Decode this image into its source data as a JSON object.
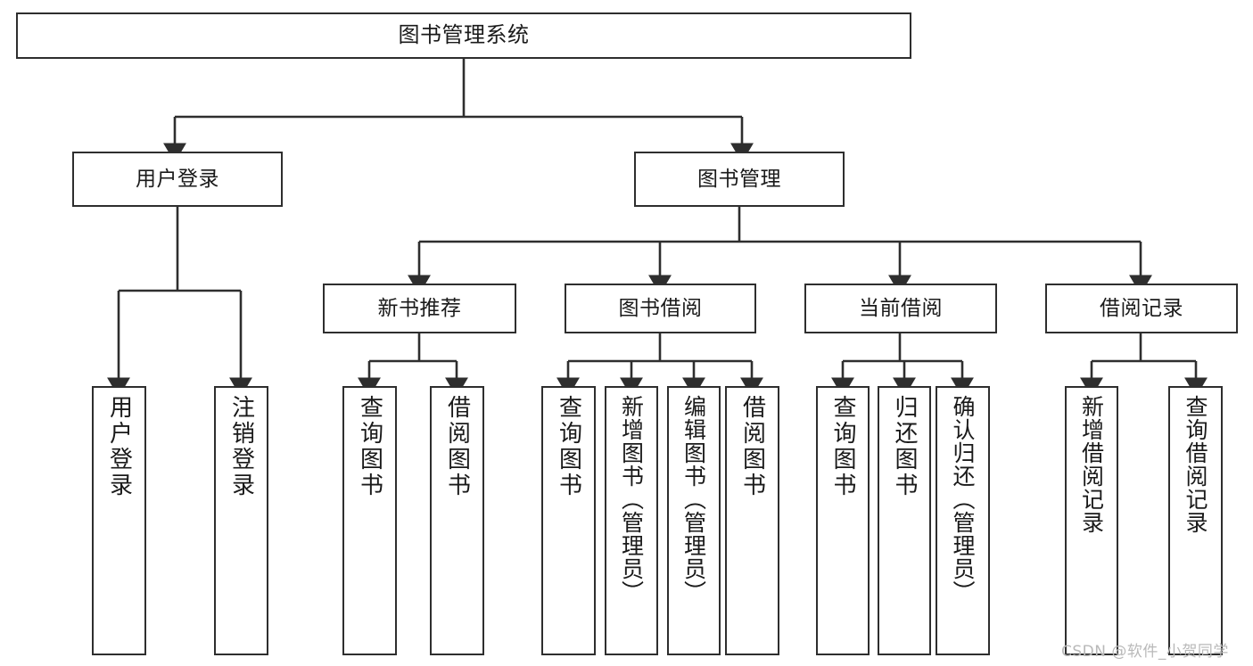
{
  "diagram": {
    "title": "图书管理系统",
    "type": "tree-hierarchy-diagram",
    "colors": {
      "box_border": "#2e2e2e",
      "box_fill": "#ffffff",
      "connector": "#2e2e2e",
      "text": "#1a1a1a",
      "background": "#ffffff",
      "watermark": "#b9b9b9"
    }
  },
  "nodes": {
    "root": {
      "label": "图书管理系统",
      "level": 1
    },
    "level2": [
      {
        "id": "user-login",
        "label": "用户登录"
      },
      {
        "id": "book-manage",
        "label": "图书管理"
      }
    ],
    "level3": [
      {
        "id": "new-book-recommend",
        "label": "新书推荐",
        "parent": "book-manage"
      },
      {
        "id": "book-borrow",
        "label": "图书借阅",
        "parent": "book-manage"
      },
      {
        "id": "current-borrow",
        "label": "当前借阅",
        "parent": "book-manage"
      },
      {
        "id": "borrow-record",
        "label": "借阅记录",
        "parent": "book-manage"
      }
    ],
    "leaves": [
      {
        "id": "leaf-user-login",
        "label": "用户登录",
        "parent": "user-login"
      },
      {
        "id": "leaf-logout",
        "label": "注销登录",
        "parent": "user-login"
      },
      {
        "id": "leaf-query-book-1",
        "label": "查询图书",
        "parent": "new-book-recommend"
      },
      {
        "id": "leaf-borrow-book-1",
        "label": "借阅图书",
        "parent": "new-book-recommend"
      },
      {
        "id": "leaf-query-book-2",
        "label": "查询图书",
        "parent": "book-borrow"
      },
      {
        "id": "leaf-add-book",
        "label": "新增图书（管理员）",
        "parent": "book-borrow"
      },
      {
        "id": "leaf-edit-book",
        "label": "编辑图书（管理员）",
        "parent": "book-borrow"
      },
      {
        "id": "leaf-borrow-book-2",
        "label": "借阅图书",
        "parent": "book-borrow"
      },
      {
        "id": "leaf-query-book-3",
        "label": "查询图书",
        "parent": "current-borrow"
      },
      {
        "id": "leaf-return-book",
        "label": "归还图书",
        "parent": "current-borrow"
      },
      {
        "id": "leaf-confirm-return",
        "label": "确认归还（管理员）",
        "parent": "current-borrow"
      },
      {
        "id": "leaf-add-record",
        "label": "新增借阅记录",
        "parent": "borrow-record"
      },
      {
        "id": "leaf-query-record",
        "label": "查询借阅记录",
        "parent": "borrow-record"
      }
    ]
  },
  "watermark": {
    "text": "CSDN @软件_小贺同学"
  }
}
